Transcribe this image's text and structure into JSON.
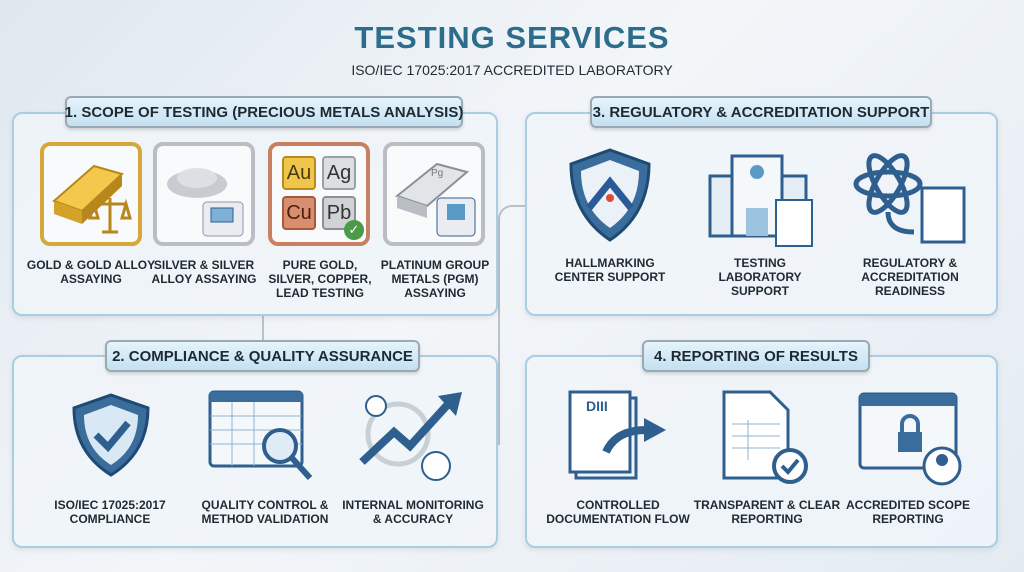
{
  "header": {
    "title": "TESTING SERVICES",
    "subtitle": "ISO/IEC 17025:2017 ACCREDITED LABORATORY"
  },
  "sections": [
    {
      "title": "1. SCOPE OF TESTING (PRECIOUS METALS ANALYSIS)",
      "items": [
        {
          "label": "GOLD & GOLD ALLOY ASSAYING",
          "icon": "gold-bar-scale-icon"
        },
        {
          "label": "SILVER & SILVER ALLOY ASSAYING",
          "icon": "silver-granules-analyzer-icon"
        },
        {
          "label": "PURE GOLD, SILVER, COPPER, LEAD TESTING",
          "icon": "element-tiles-icon",
          "elements": [
            "Au",
            "Ag",
            "Cu",
            "Pb"
          ]
        },
        {
          "label": "PLATINUM GROUP METALS (PGM) ASSAYING",
          "icon": "platinum-bar-analyzer-icon",
          "bar_mark": "Pg"
        }
      ]
    },
    {
      "title": "2. COMPLIANCE & QUALITY ASSURANCE",
      "items": [
        {
          "label": "ISO/IEC 17025:2017 COMPLIANCE",
          "icon": "shield-check-icon"
        },
        {
          "label": "QUALITY CONTROL & METHOD VALIDATION",
          "icon": "spreadsheet-magnifier-icon"
        },
        {
          "label": "INTERNAL MONITORING & ACCURACY",
          "icon": "trend-arrow-icon"
        }
      ]
    },
    {
      "title": "3. REGULATORY & ACCREDITATION SUPPORT",
      "items": [
        {
          "label": "HALLMARKING CENTER SUPPORT",
          "icon": "hallmark-shield-icon"
        },
        {
          "label": "TESTING LABORATORY SUPPORT",
          "icon": "laboratory-building-icon"
        },
        {
          "label": "REGULATORY & ACCREDITATION READINESS",
          "icon": "atom-document-icon"
        }
      ]
    },
    {
      "title": "4. REPORTING OF RESULTS",
      "items": [
        {
          "label": "CONTROLLED DOCUMENTATION FLOW",
          "icon": "document-flow-icon",
          "doc_mark": "DIII"
        },
        {
          "label": "TRANSPARENT & CLEAR REPORTING",
          "icon": "report-check-icon"
        },
        {
          "label": "ACCREDITED SCOPE REPORTING",
          "icon": "secure-browser-icon"
        }
      ]
    }
  ],
  "colors": {
    "title": "#2d6d8c",
    "accent": "#2f5f8f",
    "gold": "#e0b23a",
    "copper": "#c98060"
  }
}
